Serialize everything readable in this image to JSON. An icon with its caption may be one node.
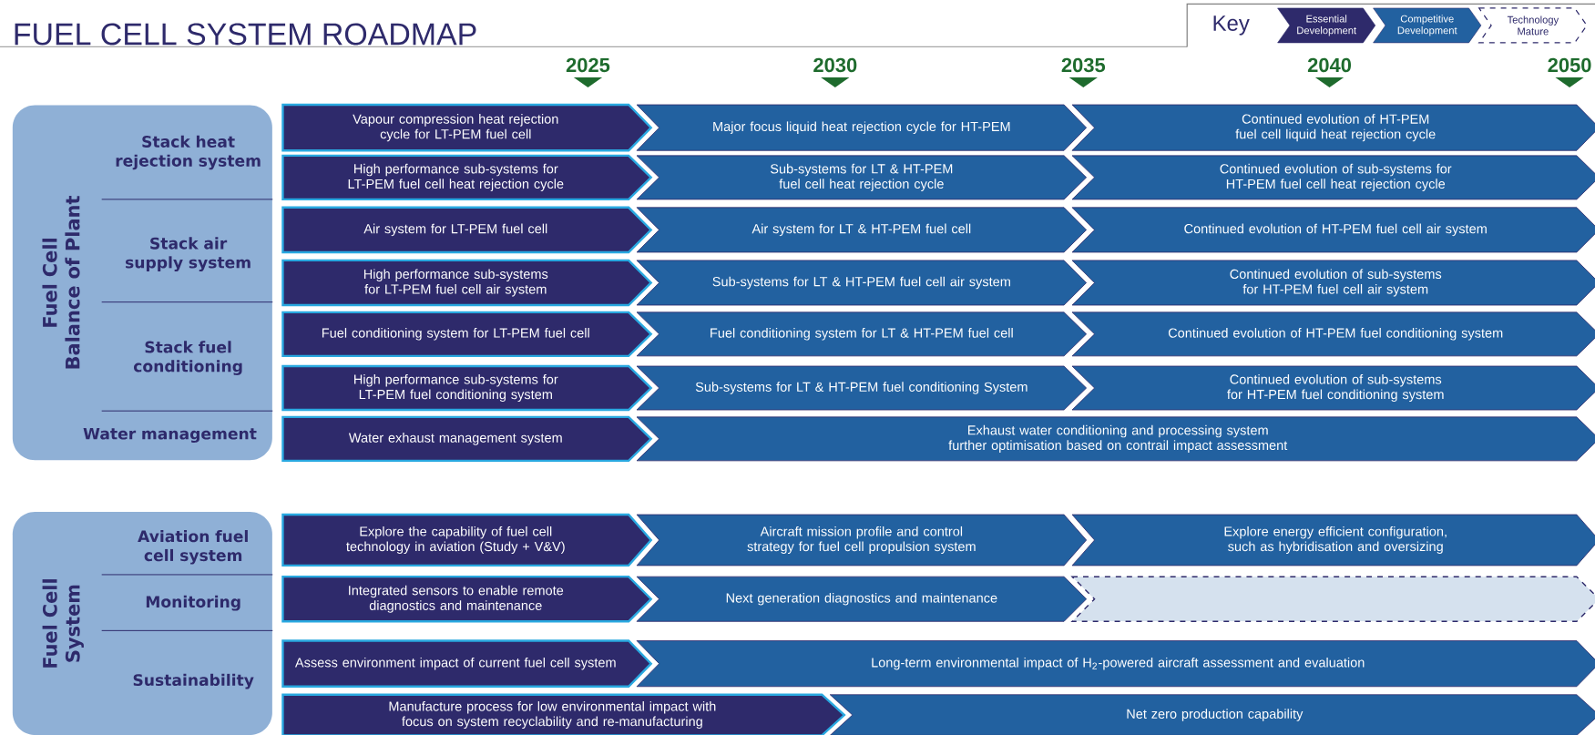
{
  "diagram": {
    "title": "FUEL CELL SYSTEM ROADMAP",
    "nodes": [
      {
        "text": [
          "Fuel Cell Balance of Plant"
        ]
      },
      {
        "text": [
          "Stack heat rejection system"
        ],
        "in": 0
      },
      {
        "text": [
          "Stack air supply system"
        ],
        "in": 0
      },
      {
        "text": [
          "Stack fuel conditioning"
        ],
        "in": 0
      },
      {
        "text": [
          "Water management"
        ],
        "in": 0
      },
      {
        "text": [
          "Vapour compression heat rejection cycle for LT-PEM fuel cell"
        ]
      },
      {
        "text": [
          "Major focus liquid heat rejection cycle for HT-PEM"
        ]
      },
      {
        "text": [
          "Continued evolution of HT-PEM fuel cell liquid heat rejection cycle"
        ]
      },
      {
        "text": [
          "High performance sub-systems for LT-PEM fuel cell heat rejection cycle"
        ]
      },
      {
        "text": [
          "Sub-systems for LT & HT-PEM fuel cell heat rejection cycle"
        ]
      },
      {
        "text": [
          "Continued evolution of sub-systems for HT-PEM fuel cell heat rejection cycle"
        ]
      },
      {
        "text": [
          "Air system for LT-PEM fuel cell"
        ]
      },
      {
        "text": [
          "Air system for LT & HT-PEM fuel cell"
        ]
      },
      {
        "text": [
          "Continued evolution of HT-PEM fuel cell air system"
        ]
      },
      {
        "text": [
          "High performance sub-systems for LT-PEM fuel cell air system"
        ]
      },
      {
        "text": [
          "Sub-systems for LT & HT-PEM fuel cell air system"
        ]
      },
      {
        "text": [
          "Continued evolution of sub-systems for HT-PEM fuel cell air system"
        ]
      },
      {
        "text": [
          "Fuel conditioning system for LT-PEM fuel cell"
        ]
      },
      {
        "text": [
          "Fuel conditioning system for LT & HT-PEM fuel cell"
        ]
      },
      {
        "text": [
          "Continued evolution of HT-PEM fuel conditioning system"
        ]
      },
      {
        "text": [
          "High performance sub-systems for LT-PEM fuel conditioning system"
        ]
      },
      {
        "text": [
          "Sub-systems for LT & HT-PEM fuel conditioning System"
        ]
      },
      {
        "text": [
          "Continued evolution of sub-systems for HT-PEM fuel conditioning system"
        ]
      },
      {
        "text": [
          "Water exhaust management system"
        ]
      },
      {
        "text": [
          "Exhaust water conditioning and processing system further optimisation based on contrail impact assessment"
        ]
      },
      {
        "text": [
          "Fuel Cell System"
        ]
      },
      {
        "text": [
          "Aviation fuel cell system"
        ],
        "in": 25
      },
      {
        "text": [
          "Monitoring"
        ],
        "in": 25
      },
      {
        "text": [
          "Sustainability"
        ],
        "in": 25
      },
      {
        "text": [
          "Explore the capability of fuel cell technology in aviation (Study + V&V)"
        ]
      },
      {
        "text": [
          "Aircraft mission profile and control strategy for fuel cell propulsion system"
        ]
      },
      {
        "text": [
          "Explore energy efficient configuration, such as hybridisation and oversizing"
        ]
      },
      {
        "text": [
          "Integrated sensors to enable remote diagnostics and maintenance"
        ]
      },
      {
        "text": [
          "Next generation diagnostics and maintenance"
        ]
      },
      {
        "text": [],
        "shape": "chevron"
      },
      {
        "text": [
          "Assess environment impact of current fuel cell system"
        ]
      },
      {
        "text": [
          "Long-term environmental impact of H$_{2}$-powered aircraft assessment and evaluation"
        ]
      },
      {
        "text": [
          "Manufacture process for low environmental impact with focus on system recyclability and re-manufacturing"
        ]
      },
      {
        "text": [
          "Net zero production capability"
        ]
      }
    ],
    "labels": [
      "Key",
      "2025",
      "2030",
      "2035",
      "2040",
      "2050"
    ],
    "legend": [
      {
        "text": "Essential Development",
        "color": "#2e2a6b"
      },
      {
        "text": "Competitive Development",
        "color": "#2261a0"
      },
      {
        "text": "Technology Mature"
      }
    ]
  }
}
